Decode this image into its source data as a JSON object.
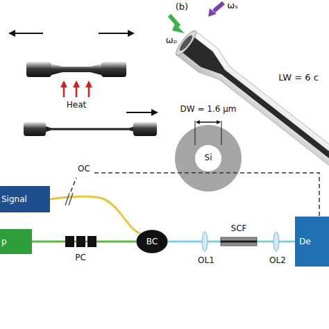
{
  "diagram": {
    "nodes": [
      {
        "text": [
          "Signal"
        ]
      },
      {
        "text": [
          "p"
        ]
      },
      {
        "text": [
          "BC"
        ]
      },
      {
        "text": [
          "De"
        ]
      }
    ],
    "edges": [
      {
        "from": 0,
        "to": 2,
        "arrow": "none"
      },
      {
        "from": 1,
        "to": 2,
        "arrow": "none"
      },
      {
        "from": 2,
        "to": 3,
        "arrow": "none"
      }
    ],
    "labels": [
      "Heat",
      "(b)",
      "ωₚ",
      "ωₛ",
      "LW = 6 c",
      "DW = 1.6 μm",
      "Si",
      "OC",
      "PC",
      "OL1",
      "SCF",
      "OL2"
    ]
  }
}
